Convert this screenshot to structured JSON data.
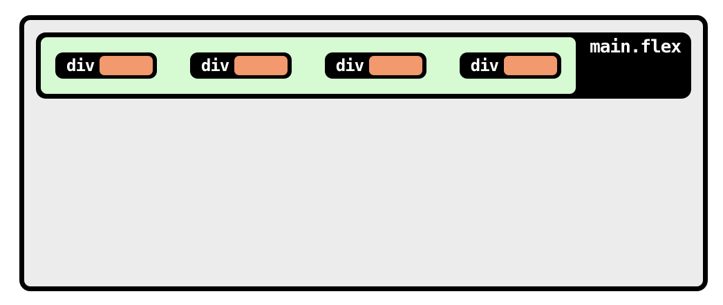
{
  "diagram": {
    "kind": "flexbox-layout-illustration",
    "container": {
      "label": "main.flex",
      "content_background": "#d6fbd2",
      "bar_background": "#000000",
      "label_color": "#ffffff"
    },
    "items": [
      {
        "label": "div"
      },
      {
        "label": "div"
      },
      {
        "label": "div"
      },
      {
        "label": "div"
      }
    ],
    "colors": {
      "page_background": "#ffffff",
      "outer_panel_background": "#ececec",
      "border": "#000000",
      "item_background": "#000000",
      "item_swatch": "#f2996e",
      "item_label_color": "#ffffff"
    }
  }
}
